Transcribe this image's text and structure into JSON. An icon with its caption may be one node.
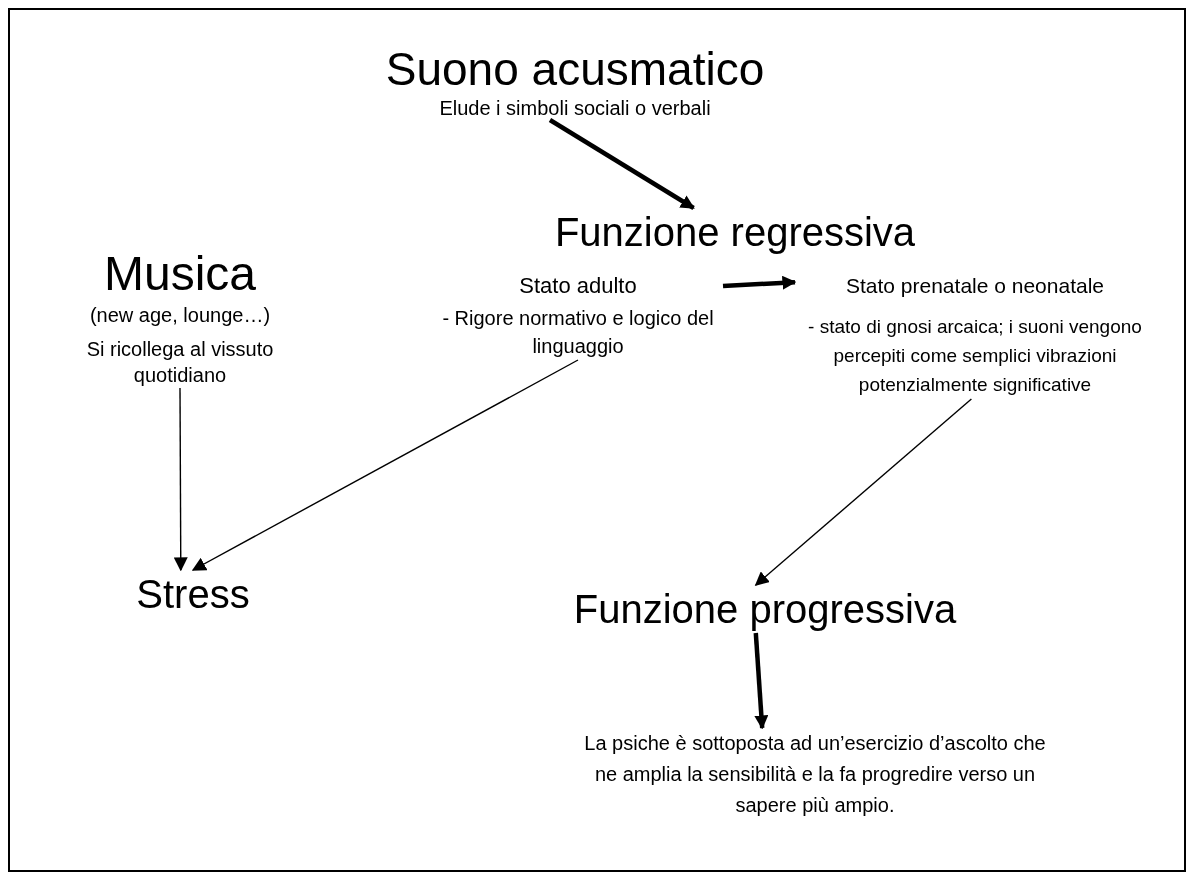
{
  "diagram": {
    "nodes": [
      {
        "text": [
          "Suono acusmatico",
          "Elude i simboli sociali o verbali"
        ]
      },
      {
        "text": [
          "Funzione regressiva"
        ]
      },
      {
        "text": [
          "Musica",
          "(new age, lounge…)",
          "Si ricollega al vissuto quotidiano"
        ]
      },
      {
        "text": [
          "Stato adulto",
          "- Rigore normativo e logico del linguaggio"
        ]
      },
      {
        "text": [
          "Stato prenatale o neonatale",
          "- stato di gnosi arcaica; i suoni vengono percepiti come semplici vibrazioni potenzialmente significative"
        ]
      },
      {
        "text": [
          "Stress"
        ]
      },
      {
        "text": [
          "Funzione progressiva"
        ]
      },
      {
        "text": [
          "La psiche è sottoposta ad un’esercizio d’ascolto che ne amplia la sensibilità e la fa progredire verso un sapere più ampio."
        ]
      }
    ],
    "edges": [
      {
        "from": 0,
        "to": 1,
        "arrow": "to",
        "style": "thick"
      },
      {
        "from": 3,
        "to": 4,
        "arrow": "to",
        "style": "thick"
      },
      {
        "from": 2,
        "to": 5,
        "arrow": "to"
      },
      {
        "from": 3,
        "to": 5,
        "arrow": "to"
      },
      {
        "from": 4,
        "to": 6,
        "arrow": "to"
      },
      {
        "from": 6,
        "to": 7,
        "arrow": "to",
        "style": "thick"
      }
    ]
  }
}
